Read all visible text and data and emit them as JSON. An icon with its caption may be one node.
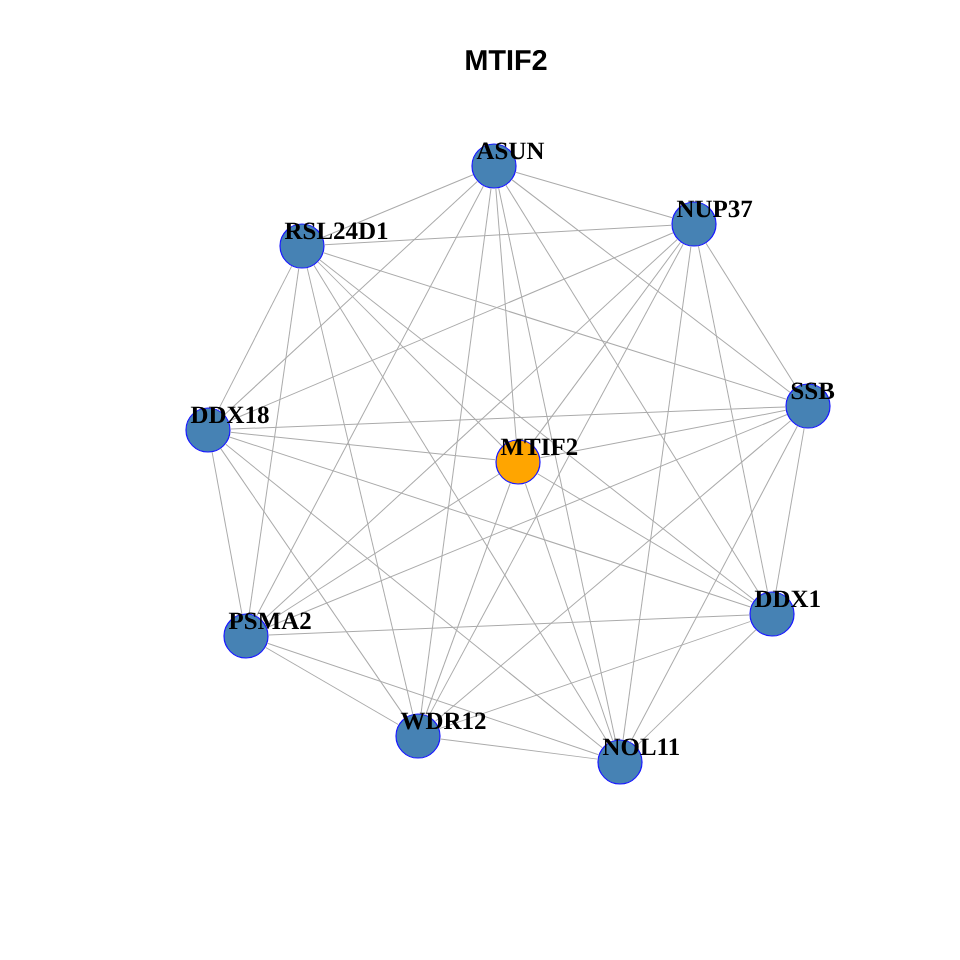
{
  "diagram": {
    "title": "MTIF2",
    "nodes": [
      {
        "text": [
          "ASUN"
        ]
      },
      {
        "text": [
          "NUP37"
        ]
      },
      {
        "text": [
          "RSL24D1"
        ]
      },
      {
        "text": [
          "SSB"
        ]
      },
      {
        "text": [
          "DDX18"
        ]
      },
      {
        "text": [
          "MTIF2"
        ]
      },
      {
        "text": [
          "DDX1"
        ]
      },
      {
        "text": [
          "PSMA2"
        ]
      },
      {
        "text": [
          "WDR12"
        ]
      },
      {
        "text": [
          "NOL11"
        ]
      }
    ],
    "edges": [
      {
        "from": 0,
        "to": 1,
        "arrow": "none"
      },
      {
        "from": 0,
        "to": 2,
        "arrow": "none"
      },
      {
        "from": 0,
        "to": 3,
        "arrow": "none"
      },
      {
        "from": 0,
        "to": 4,
        "arrow": "none"
      },
      {
        "from": 0,
        "to": 5,
        "arrow": "none"
      },
      {
        "from": 0,
        "to": 6,
        "arrow": "none"
      },
      {
        "from": 0,
        "to": 7,
        "arrow": "none"
      },
      {
        "from": 0,
        "to": 8,
        "arrow": "none"
      },
      {
        "from": 0,
        "to": 9,
        "arrow": "none"
      },
      {
        "from": 1,
        "to": 2,
        "arrow": "none"
      },
      {
        "from": 1,
        "to": 3,
        "arrow": "none"
      },
      {
        "from": 1,
        "to": 4,
        "arrow": "none"
      },
      {
        "from": 1,
        "to": 5,
        "arrow": "none"
      },
      {
        "from": 1,
        "to": 6,
        "arrow": "none"
      },
      {
        "from": 1,
        "to": 7,
        "arrow": "none"
      },
      {
        "from": 1,
        "to": 8,
        "arrow": "none"
      },
      {
        "from": 1,
        "to": 9,
        "arrow": "none"
      },
      {
        "from": 2,
        "to": 3,
        "arrow": "none"
      },
      {
        "from": 2,
        "to": 4,
        "arrow": "none"
      },
      {
        "from": 2,
        "to": 5,
        "arrow": "none"
      },
      {
        "from": 2,
        "to": 6,
        "arrow": "none"
      },
      {
        "from": 2,
        "to": 7,
        "arrow": "none"
      },
      {
        "from": 2,
        "to": 8,
        "arrow": "none"
      },
      {
        "from": 2,
        "to": 9,
        "arrow": "none"
      },
      {
        "from": 3,
        "to": 4,
        "arrow": "none"
      },
      {
        "from": 3,
        "to": 5,
        "arrow": "none"
      },
      {
        "from": 3,
        "to": 6,
        "arrow": "none"
      },
      {
        "from": 3,
        "to": 7,
        "arrow": "none"
      },
      {
        "from": 3,
        "to": 8,
        "arrow": "none"
      },
      {
        "from": 3,
        "to": 9,
        "arrow": "none"
      },
      {
        "from": 4,
        "to": 5,
        "arrow": "none"
      },
      {
        "from": 4,
        "to": 6,
        "arrow": "none"
      },
      {
        "from": 4,
        "to": 7,
        "arrow": "none"
      },
      {
        "from": 4,
        "to": 8,
        "arrow": "none"
      },
      {
        "from": 4,
        "to": 9,
        "arrow": "none"
      },
      {
        "from": 5,
        "to": 6,
        "arrow": "none"
      },
      {
        "from": 5,
        "to": 7,
        "arrow": "none"
      },
      {
        "from": 5,
        "to": 8,
        "arrow": "none"
      },
      {
        "from": 5,
        "to": 9,
        "arrow": "none"
      },
      {
        "from": 6,
        "to": 7,
        "arrow": "none"
      },
      {
        "from": 6,
        "to": 8,
        "arrow": "none"
      },
      {
        "from": 6,
        "to": 9,
        "arrow": "none"
      },
      {
        "from": 7,
        "to": 8,
        "arrow": "none"
      },
      {
        "from": 7,
        "to": 9,
        "arrow": "none"
      },
      {
        "from": 8,
        "to": 9,
        "arrow": "none"
      }
    ]
  }
}
